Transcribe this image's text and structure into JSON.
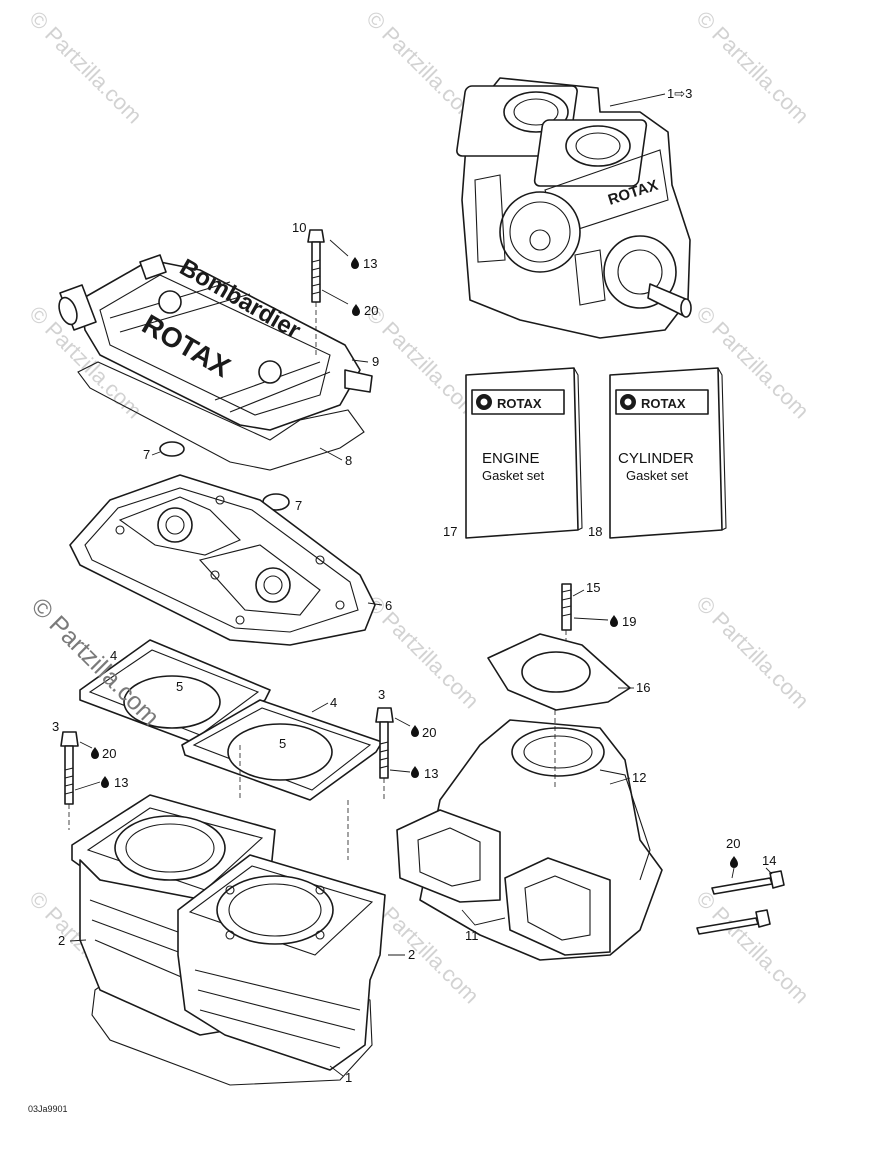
{
  "callouts": {
    "c1_3": "1⇨3",
    "c10": "10",
    "c13a": "13",
    "c20a": "20",
    "c9": "9",
    "c7a": "7",
    "c8": "8",
    "c7b": "7",
    "c6": "6",
    "c4a": "4",
    "c5a": "5",
    "c4b": "4",
    "c5b": "5",
    "c3a": "3",
    "c20b": "20",
    "c13b": "13",
    "c3b": "3",
    "c20c": "20",
    "c13c": "13",
    "c2a": "2",
    "c2b": "2",
    "c1": "1",
    "c17": "17",
    "c18": "18",
    "c15": "15",
    "c19": "19",
    "c16": "16",
    "c12": "12",
    "c11": "11",
    "c20d": "20",
    "c14": "14"
  },
  "kits": {
    "engine": {
      "brand": "ROTAX",
      "title": "ENGINE",
      "subtitle": "Gasket set"
    },
    "cylinder": {
      "brand": "ROTAX",
      "title": "CYLINDER",
      "subtitle": "Gasket set"
    }
  },
  "head_cover_text": {
    "bombardier": "Bombardier",
    "rotax": "ROTAX"
  },
  "engine_text": "ROTAX",
  "watermark": {
    "faint": "© Partzilla.com",
    "prominent": "© Partzilla.com"
  },
  "drawing_code": "03Ja9901",
  "icons": {
    "drop": "oil-drop-icon",
    "kit_logo": "rotax-gear-icon",
    "arrow": "arrow-right-icon"
  }
}
